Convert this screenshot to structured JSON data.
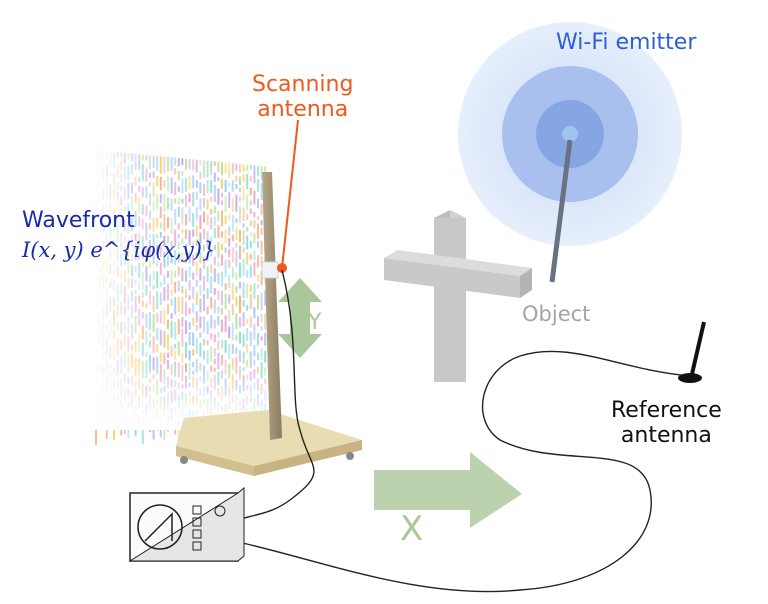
{
  "labels": {
    "wifi_emitter": "Wi-Fi emitter",
    "scanning_antenna": [
      "Scanning",
      "antenna"
    ],
    "wavefront": "Wavefront",
    "wavefront_formula": "I(x, y) e^{iφ(x,y)}",
    "object": "Object",
    "reference_antenna": [
      "Reference",
      "antenna"
    ],
    "axis_y": "Y",
    "axis_x": "X"
  },
  "colors": {
    "wifi_label": "#2b5fd9",
    "scanning_label": "#f0581c",
    "wavefront_label": "#1a2aa8",
    "object_label": "#a5a5a5",
    "reference_label": "#111111",
    "arrow_green": "#a9c79a",
    "emitter_outer": "#dfe9fb",
    "emitter_mid": "#b7ccf3",
    "emitter_inner": "#7f9ee0",
    "stand_wood": "#e4d4a6",
    "cross_gray": "#cfcfcf"
  },
  "icons": {
    "cross": "cross-object",
    "stand": "scanning-stand",
    "instrument": "oscilloscope-box"
  }
}
